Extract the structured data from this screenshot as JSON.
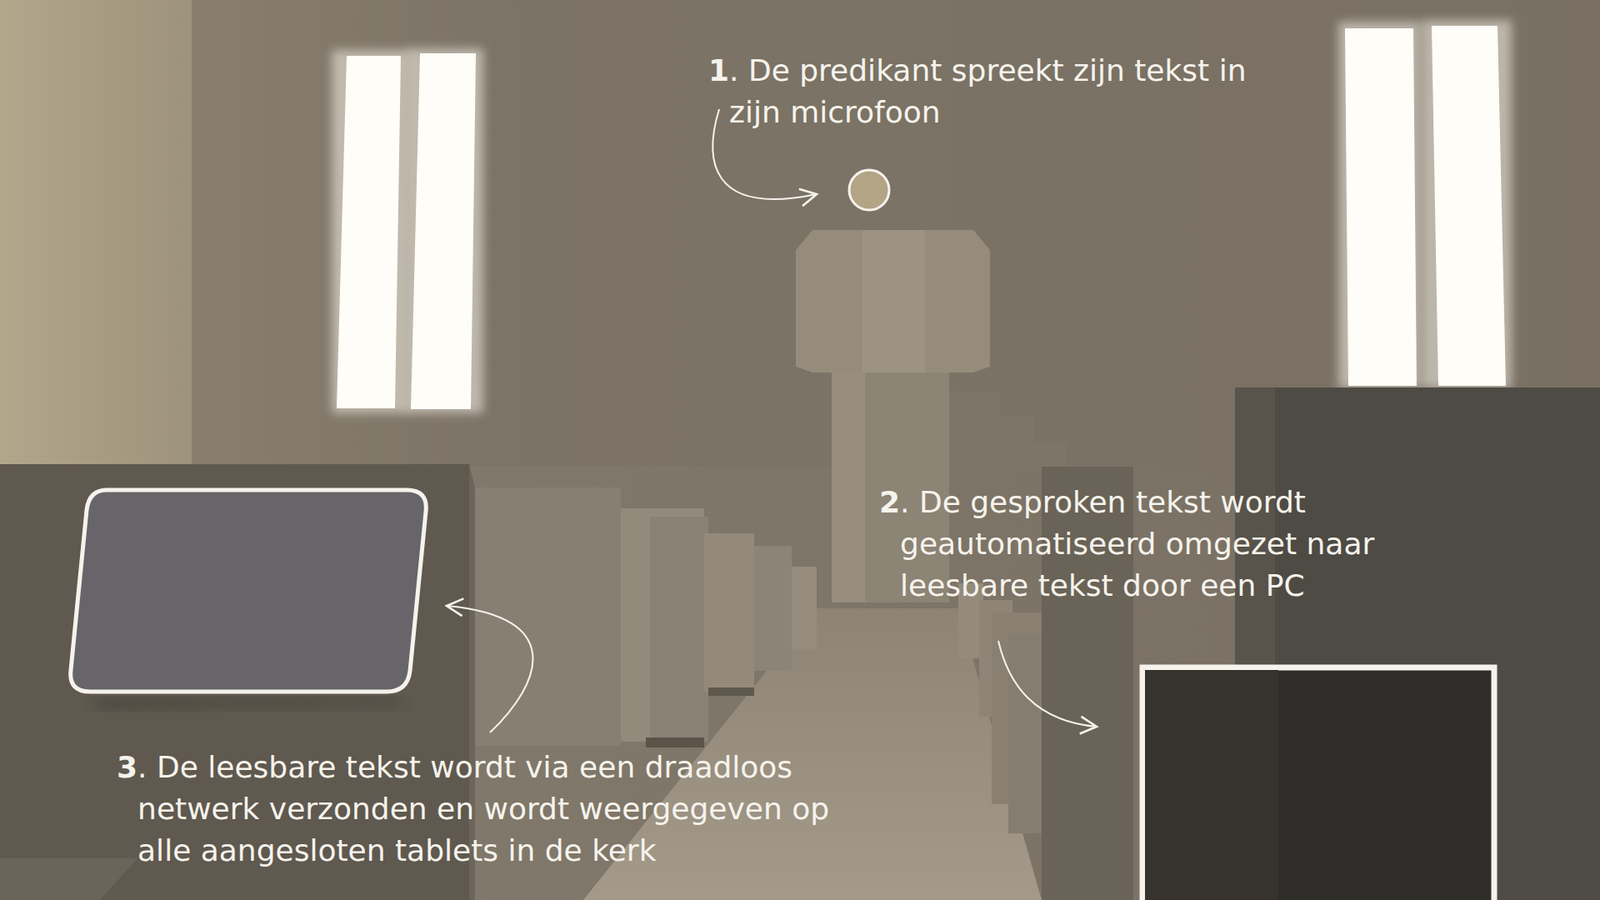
{
  "diagram": {
    "labels": [
      "1",
      ". De predikant spreekt zijn tekst in zijn microfoon",
      "2",
      ". De gesproken tekst wordt geautomatiseerd omgezet naar leesbare tekst door een PC",
      "3",
      ". De leesbare tekst wordt via een draadloos netwerk verzonden en wordt weergegeven op alle aangesloten tablets in de kerk"
    ]
  }
}
